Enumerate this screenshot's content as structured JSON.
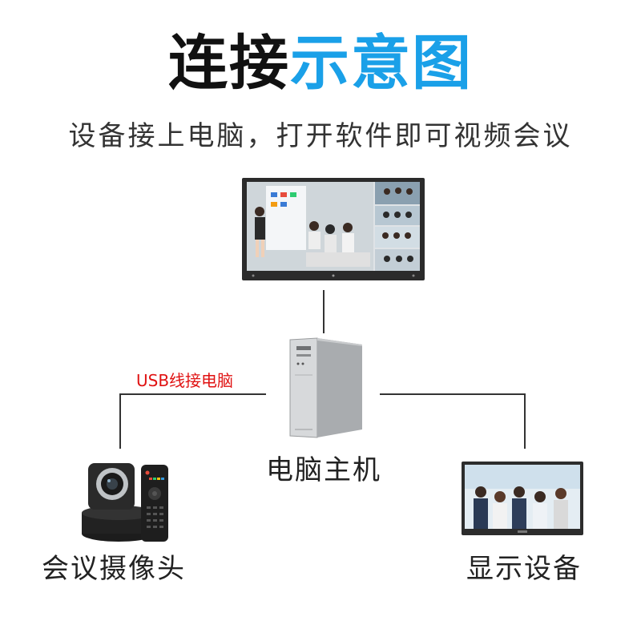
{
  "title": {
    "part1": "连接",
    "part2": "示意图"
  },
  "subtitle": "设备接上电脑，打开软件即可视频会议",
  "connection_label": "USB线接电脑",
  "nodes": {
    "computer": "电脑主机",
    "camera": "会议摄像头",
    "display": "显示设备"
  },
  "colors": {
    "accent": "#1aa0e8",
    "usb_label": "#e01212",
    "line": "#333333"
  }
}
